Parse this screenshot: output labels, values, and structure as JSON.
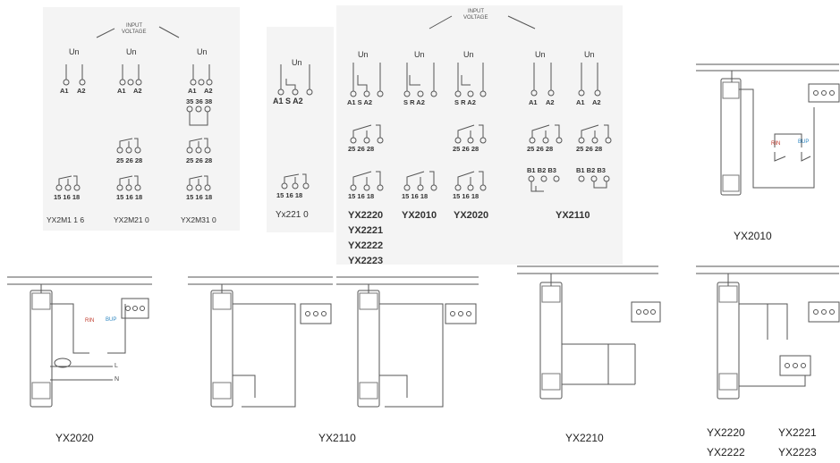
{
  "input_voltage": [
    "INPUT",
    "VOLTAGE"
  ],
  "un": "Un",
  "plus": "+",
  "minus": "-",
  "r": "R",
  "terminals": {
    "a1": "A1",
    "a2": "A2",
    "a1sa2": "A1 S A2",
    "sra2": "S R A2",
    "t15_16_18": "15 16 18",
    "t25_26_28": "25 26 28",
    "t35_36_38": "35 36 38",
    "b1b2b3": "B1 B2 B3"
  },
  "models": {
    "m1": "YX2M1 1 6",
    "m2": "YX2M21 0",
    "m3": "YX2M31 0",
    "yx2210_small": "Yx221 0",
    "yx2220": "YX2220",
    "yx2221": "YX2221",
    "yx2222": "YX2222",
    "yx2223": "YX2223",
    "yx2010": "YX2010",
    "yx2020": "YX2020",
    "yx2110": "YX2110"
  },
  "wiring": {
    "l": "L",
    "n": "N",
    "red_tag": "RIN",
    "blue_tag": "BUP"
  },
  "captions": {
    "yx2010": "YX2010",
    "yx2020": "YX2020",
    "yx2110": "YX2110",
    "yx2210": "YX2210",
    "yx2220": "YX2220",
    "yx2221": "YX2221",
    "yx2222": "YX2222",
    "yx2223": "YX2223"
  }
}
